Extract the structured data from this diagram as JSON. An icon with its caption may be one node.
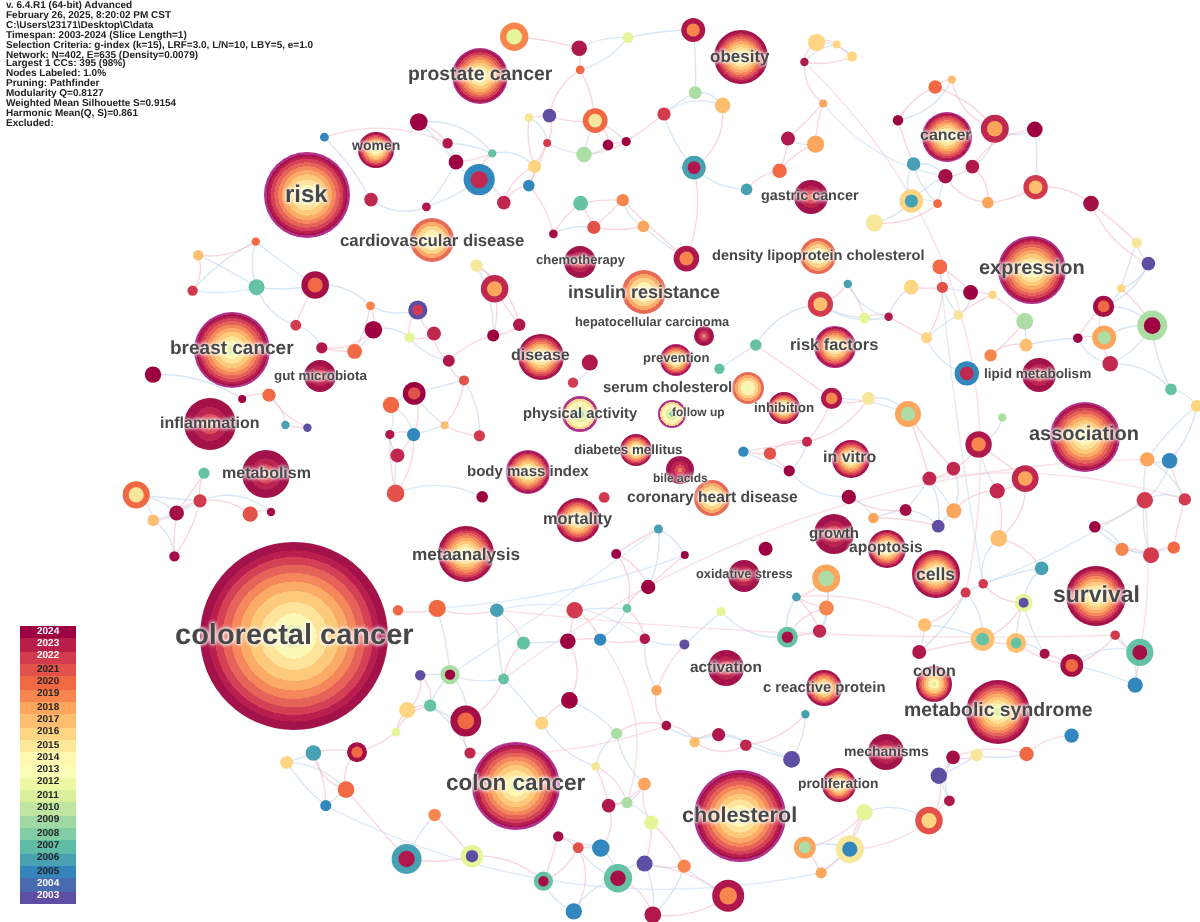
{
  "diagram": {
    "nodes": [
      {
        "text": [
          "obesity"
        ]
      },
      {
        "text": [
          "prostate cancer"
        ]
      },
      {
        "text": [
          "cancer"
        ]
      },
      {
        "text": [
          "women"
        ]
      },
      {
        "text": [
          "risk"
        ]
      },
      {
        "text": [
          "gastric cancer"
        ]
      },
      {
        "text": [
          "cardiovascular disease"
        ]
      },
      {
        "text": [
          "chemotherapy"
        ]
      },
      {
        "text": [
          "density lipoprotein cholesterol"
        ]
      },
      {
        "text": [
          "expression"
        ]
      },
      {
        "text": [
          "insulin resistance"
        ]
      },
      {
        "text": [
          "hepatocellular carcinoma"
        ]
      },
      {
        "text": [
          "prevention"
        ]
      },
      {
        "text": [
          "breast cancer"
        ]
      },
      {
        "text": [
          "risk factors"
        ]
      },
      {
        "text": [
          "gut microbiota"
        ]
      },
      {
        "text": [
          "disease"
        ]
      },
      {
        "text": [
          "serum cholesterol"
        ]
      },
      {
        "text": [
          "lipid metabolism"
        ]
      },
      {
        "text": [
          "physical activity"
        ]
      },
      {
        "text": [
          "follow up"
        ]
      },
      {
        "text": [
          "inhibition"
        ]
      },
      {
        "text": [
          "inflammation"
        ]
      },
      {
        "text": [
          "association"
        ]
      },
      {
        "text": [
          "diabetes mellitus"
        ]
      },
      {
        "text": [
          "in vitro"
        ]
      },
      {
        "text": [
          "body mass index"
        ]
      },
      {
        "text": [
          "bile acids"
        ]
      },
      {
        "text": [
          "metabolism"
        ]
      },
      {
        "text": [
          "coronary heart disease"
        ]
      },
      {
        "text": [
          "mortality"
        ]
      },
      {
        "text": [
          "growth"
        ]
      },
      {
        "text": [
          "metaanalysis"
        ]
      },
      {
        "text": [
          "apoptosis"
        ]
      },
      {
        "text": [
          "cells"
        ]
      },
      {
        "text": [
          "oxidative stress"
        ]
      },
      {
        "text": [
          "survival"
        ]
      },
      {
        "text": [
          "colorectal cancer"
        ]
      },
      {
        "text": [
          "activation"
        ]
      },
      {
        "text": [
          "c reactive protein"
        ]
      },
      {
        "text": [
          "colon"
        ]
      },
      {
        "text": [
          "metabolic syndrome"
        ]
      },
      {
        "text": [
          "mechanisms"
        ]
      },
      {
        "text": [
          "proliferation"
        ]
      },
      {
        "text": [
          "colon cancer"
        ]
      },
      {
        "text": [
          "cholesterol"
        ]
      }
    ],
    "labels": [
      "v. 6.4.R1 (64-bit) Advanced",
      "February 26, 2025, 8:20:02 PM CST",
      "C:\\Users\\23171\\Desktop\\C\\data",
      "Timespan: 2003-2024 (Slice Length=1)",
      "Selection Criteria: g-index (k=15), LRF=3.0, L/N=10, LBY=5, e=1.0",
      "Network: N=402, E=635 (Density=0.0079)",
      "Largest 1 CCs: 395 (98%)",
      "Nodes Labeled: 1.0%",
      "Pruning: Pathfinder",
      "Modularity Q=0.8127",
      "Weighted Mean Silhouette S=0.9154",
      "Harmonic Mean(Q, S)=0.861",
      "Excluded:"
    ],
    "legend": [
      {
        "text": "2024",
        "color": "#9e0142"
      },
      {
        "text": "2023",
        "color": "#b81e48"
      },
      {
        "text": "2022",
        "color": "#d23b4e"
      },
      {
        "text": "2021",
        "color": "#e2524a"
      },
      {
        "text": "2020",
        "color": "#f16944"
      },
      {
        "text": "2019",
        "color": "#f7864e"
      },
      {
        "text": "2018",
        "color": "#fca55d"
      },
      {
        "text": "2017",
        "color": "#fdbf6f"
      },
      {
        "text": "2016",
        "color": "#fed683"
      },
      {
        "text": "2015",
        "color": "#fee99a"
      },
      {
        "text": "2014",
        "color": "#fff8b3"
      },
      {
        "text": "2013",
        "color": "#f9fdb6"
      },
      {
        "text": "2012",
        "color": "#edf8a3"
      },
      {
        "text": "2011",
        "color": "#dbf09a"
      },
      {
        "text": "2010",
        "color": "#bfe5a0"
      },
      {
        "text": "2009",
        "color": "#a1d9a4"
      },
      {
        "text": "2008",
        "color": "#80cca5"
      },
      {
        "text": "2007",
        "color": "#61bca7"
      },
      {
        "text": "2006",
        "color": "#48a1b3"
      },
      {
        "text": "2005",
        "color": "#3485bc"
      },
      {
        "text": "2004",
        "color": "#496aaf"
      },
      {
        "text": "2003",
        "color": "#5e4fa2"
      }
    ]
  }
}
